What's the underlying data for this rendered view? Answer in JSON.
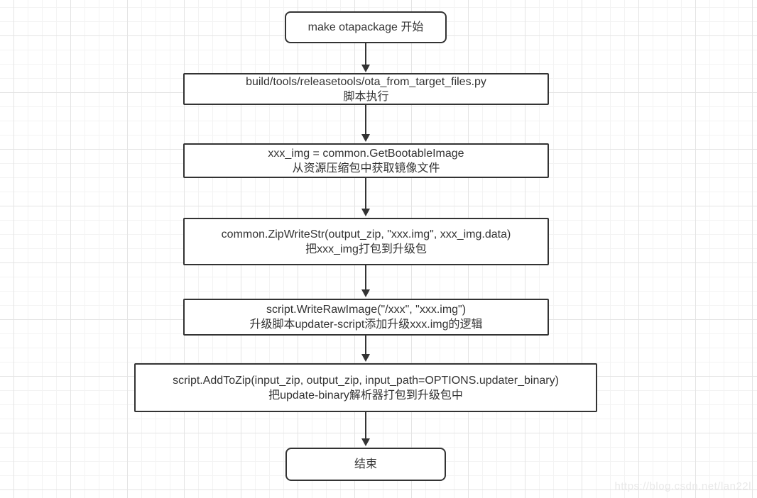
{
  "diagram": {
    "title": "make otapackage OTA packaging flowchart",
    "type": "flowchart",
    "nodes": [
      {
        "id": "start",
        "shape": "rounded",
        "lines": [
          "make otapackage 开始"
        ]
      },
      {
        "id": "script-exec",
        "shape": "rectangle",
        "lines": [
          "build/tools/releasetools/ota_from_target_files.py",
          "脚本执行"
        ]
      },
      {
        "id": "get-image",
        "shape": "rectangle",
        "lines": [
          "xxx_img = common.GetBootableImage",
          "从资源压缩包中获取镜像文件"
        ]
      },
      {
        "id": "zip-write",
        "shape": "rectangle",
        "lines": [
          "common.ZipWriteStr(output_zip, \"xxx.img\", xxx_img.data)",
          "把xxx_img打包到升级包"
        ]
      },
      {
        "id": "write-raw",
        "shape": "rectangle",
        "lines": [
          "script.WriteRawImage(\"/xxx\", \"xxx.img\")",
          "升级脚本updater-script添加升级xxx.img的逻辑"
        ]
      },
      {
        "id": "add-to-zip",
        "shape": "rectangle",
        "lines": [
          "script.AddToZip(input_zip, output_zip, input_path=OPTIONS.updater_binary)",
          "把update-binary解析器打包到升级包中"
        ]
      },
      {
        "id": "end",
        "shape": "rounded",
        "lines": [
          "结束"
        ]
      }
    ],
    "edges": [
      {
        "from": "start",
        "to": "script-exec",
        "style": "solid-arrow"
      },
      {
        "from": "script-exec",
        "to": "get-image",
        "style": "solid-arrow"
      },
      {
        "from": "get-image",
        "to": "zip-write",
        "style": "solid-arrow"
      },
      {
        "from": "zip-write",
        "to": "write-raw",
        "style": "solid-arrow"
      },
      {
        "from": "write-raw",
        "to": "add-to-zip",
        "style": "solid-arrow"
      },
      {
        "from": "add-to-zip",
        "to": "end",
        "style": "solid-arrow"
      }
    ],
    "colors": {
      "node_border": "#333333",
      "node_fill": "#ffffff",
      "text": "#333333",
      "arrow": "#333333",
      "grid_minor": "#f3f3f3",
      "grid_major": "#e4e4e4",
      "background": "#ffffff",
      "watermark": "#e9e9e9"
    }
  },
  "watermark": {
    "text": "https://blog.csdn.net/lan22l"
  }
}
